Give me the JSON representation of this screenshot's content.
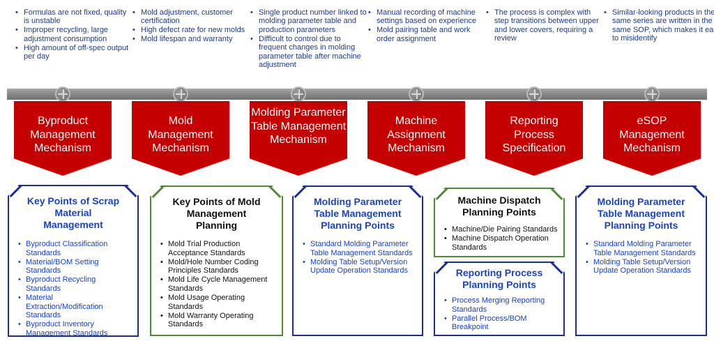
{
  "columns": [
    {
      "issues": [
        "Formulas are not fixed, quality is unstable",
        "Improper recycling, large adjustment consumption",
        "High amount of off-spec output per day"
      ],
      "mechanism": "Byproduct Management Mechanism"
    },
    {
      "issues": [
        "Mold adjustment, customer certification",
        "High defect rate for new molds",
        "Mold lifespan and warranty"
      ],
      "mechanism": "Mold Management Mechanism"
    },
    {
      "issues": [
        "Single product number linked to molding parameter table and production parameters",
        "Difficult to control due to frequent changes in molding parameter table after machine adjustment"
      ],
      "mechanism": "Molding Parameter Table Management Mechanism"
    },
    {
      "issues": [
        "Manual recording of machine settings based on experience",
        "Mold pairing table and work order assignment"
      ],
      "mechanism": "Machine Assignment Mechanism"
    },
    {
      "issues": [
        "The process is complex with step transitions between upper and lower covers, requiring a review"
      ],
      "mechanism": "Reporting Process Specification"
    },
    {
      "issues": [
        "Similar-looking products in the same series are written in the same SOP, which makes it easy to misidentify"
      ],
      "mechanism": "eSOP Management Mechanism"
    }
  ],
  "planning": {
    "scrap": {
      "title": "Key Points of Scrap Material Management",
      "items": [
        "Byproduct Classification Standards",
        "Material/BOM Setting Standards",
        "Byproduct Recycling Standards",
        "Material Extraction/Modification Standards",
        "Byproduct Inventory Management Standards"
      ]
    },
    "mold": {
      "title": "Key Points of Mold Management Planning",
      "items": [
        "Mold Trial Production Acceptance Standards",
        "Mold/Hole Number Coding Principles Standards",
        "Mold Life Cycle Management Standards",
        "Mold Usage Operating Standards",
        "Mold Warranty Operating Standards"
      ]
    },
    "molding": {
      "title": "Molding Parameter Table Management Planning Points",
      "items": [
        "Standard Molding Parameter Table Management Standards",
        "Molding Table Setup/Version Update Operation Standards"
      ]
    },
    "dispatch": {
      "title": "Machine Dispatch Planning Points",
      "items": [
        "Machine/Die Pairing Standards",
        "Machine Dispatch Operation Standards"
      ]
    },
    "reporting": {
      "title": "Reporting Process Planning Points",
      "items": [
        "Process Merging Reporting Standards",
        "Parallel Process/BOM Breakpoint"
      ]
    },
    "esop": {
      "title": "Molding Parameter Table Management Planning Points",
      "items": [
        "Standard Molding Parameter Table Management Standards",
        "Molding Table Setup/Version Update Operation Standards"
      ]
    }
  },
  "colors": {
    "mechanism_red": "#c40000",
    "blue_border": "#1a2e99",
    "blue_text": "#1a44c2",
    "green_border": "#4f8a37",
    "issue_text": "#1f3b8c",
    "timeline_gray": "#8c8c8c"
  }
}
